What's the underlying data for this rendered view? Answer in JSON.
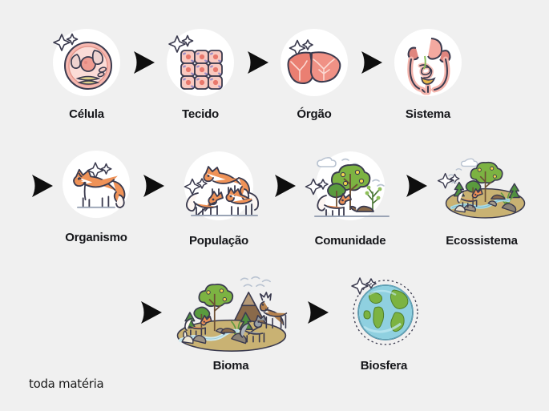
{
  "background_color": "#f0f0f0",
  "label_color": "#15161a",
  "brand": {
    "text": "toda matéria"
  },
  "icons": {
    "arrow": "arrow-right-dart-icon",
    "sparkle": "sparkle-icon"
  },
  "palette": {
    "cell_pink": "#f7b8b0",
    "cell_pink_light": "#fbdcd7",
    "organ_red": "#e8796d",
    "fox_orange": "#e8873f",
    "leaf_green": "#6aa84f",
    "ground_tan": "#c8b272",
    "water_blue": "#a9dce8",
    "earth_blue": "#7fc6dc",
    "earth_green": "#7cb342",
    "outline": "#3b3b4f"
  },
  "rows": [
    {
      "id": "row-1",
      "lead_arrow": false,
      "nodes": [
        {
          "label": "Célula",
          "icon": "cell-icon",
          "sparkles": true
        },
        {
          "label": "Tecido",
          "icon": "tissue-icon",
          "sparkles": true
        },
        {
          "label": "Órgão",
          "icon": "organ-liver-icon",
          "sparkles": true
        },
        {
          "label": "Sistema",
          "icon": "digestive-system-icon",
          "sparkles": false
        }
      ]
    },
    {
      "id": "row-2",
      "lead_arrow": true,
      "nodes": [
        {
          "label": "Organismo",
          "icon": "fox-icon",
          "sparkles": true
        },
        {
          "label": "População",
          "icon": "fox-group-icon",
          "sparkles": true
        },
        {
          "label": "Comunidade",
          "icon": "community-icon",
          "sparkles": true
        },
        {
          "label": "Ecossistema",
          "icon": "ecosystem-icon",
          "sparkles": true
        }
      ]
    },
    {
      "id": "row-3",
      "lead_arrow": true,
      "nodes": [
        {
          "label": "Bioma",
          "icon": "biome-icon",
          "sparkles": false
        },
        {
          "label": "Biosfera",
          "icon": "biosphere-earth-icon",
          "sparkles": true
        }
      ]
    }
  ],
  "sequence": [
    "Célula",
    "Tecido",
    "Órgão",
    "Sistema",
    "Organismo",
    "População",
    "Comunidade",
    "Ecossistema",
    "Bioma",
    "Biosfera"
  ]
}
